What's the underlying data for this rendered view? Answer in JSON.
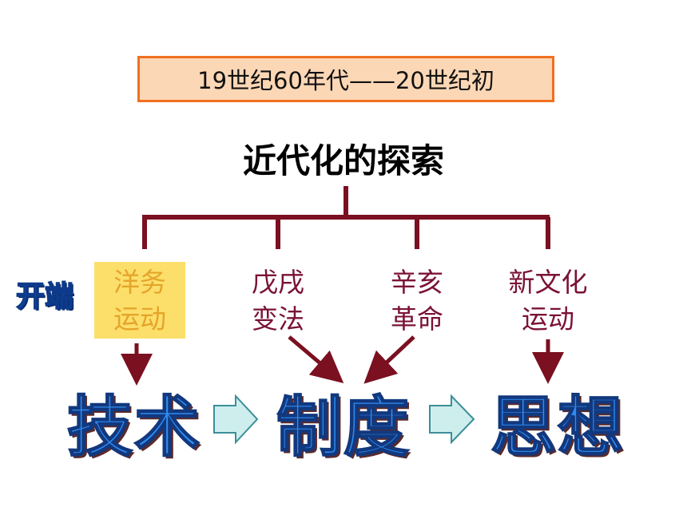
{
  "period": "19世纪60年代——20世纪初",
  "title": "近代化的探索",
  "start_label": "开端",
  "movements": [
    {
      "line1": "洋务",
      "line2": "运动"
    },
    {
      "line1": "戊戌",
      "line2": "变法"
    },
    {
      "line1": "辛亥",
      "line2": "革命"
    },
    {
      "line1": "新文化",
      "line2": "运动"
    }
  ],
  "stages": [
    "技术",
    "制度",
    "思想"
  ],
  "colors": {
    "period_border": "#f0701f",
    "period_fill": "#fcd7b5",
    "connector": "#7a1020",
    "label": "#7a1236",
    "highlight": "#fcdf6a",
    "stage_text": "#2f8cf0",
    "stage_arrow_fill": "#cdeeed",
    "stage_arrow_stroke": "#3b8e99"
  }
}
